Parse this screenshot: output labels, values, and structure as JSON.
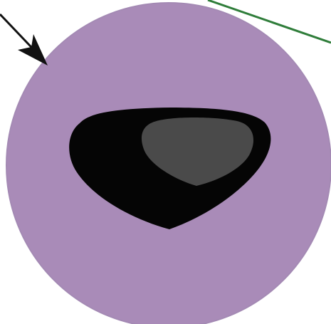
{
  "diagram": {
    "colors": {
      "background": "#ffffff",
      "cell_fill": "#a98bb8",
      "cell_edge": "#a48ab4",
      "dark_body": "#050505",
      "inner_body": "#4a4a4a",
      "pointer_arrow": "#111111",
      "leader_line": "#2f7d3a"
    },
    "elements": [
      "circular-cell",
      "dark-shield-body",
      "grey-inner-region",
      "black-pointer-arrow",
      "green-leader-line"
    ]
  }
}
